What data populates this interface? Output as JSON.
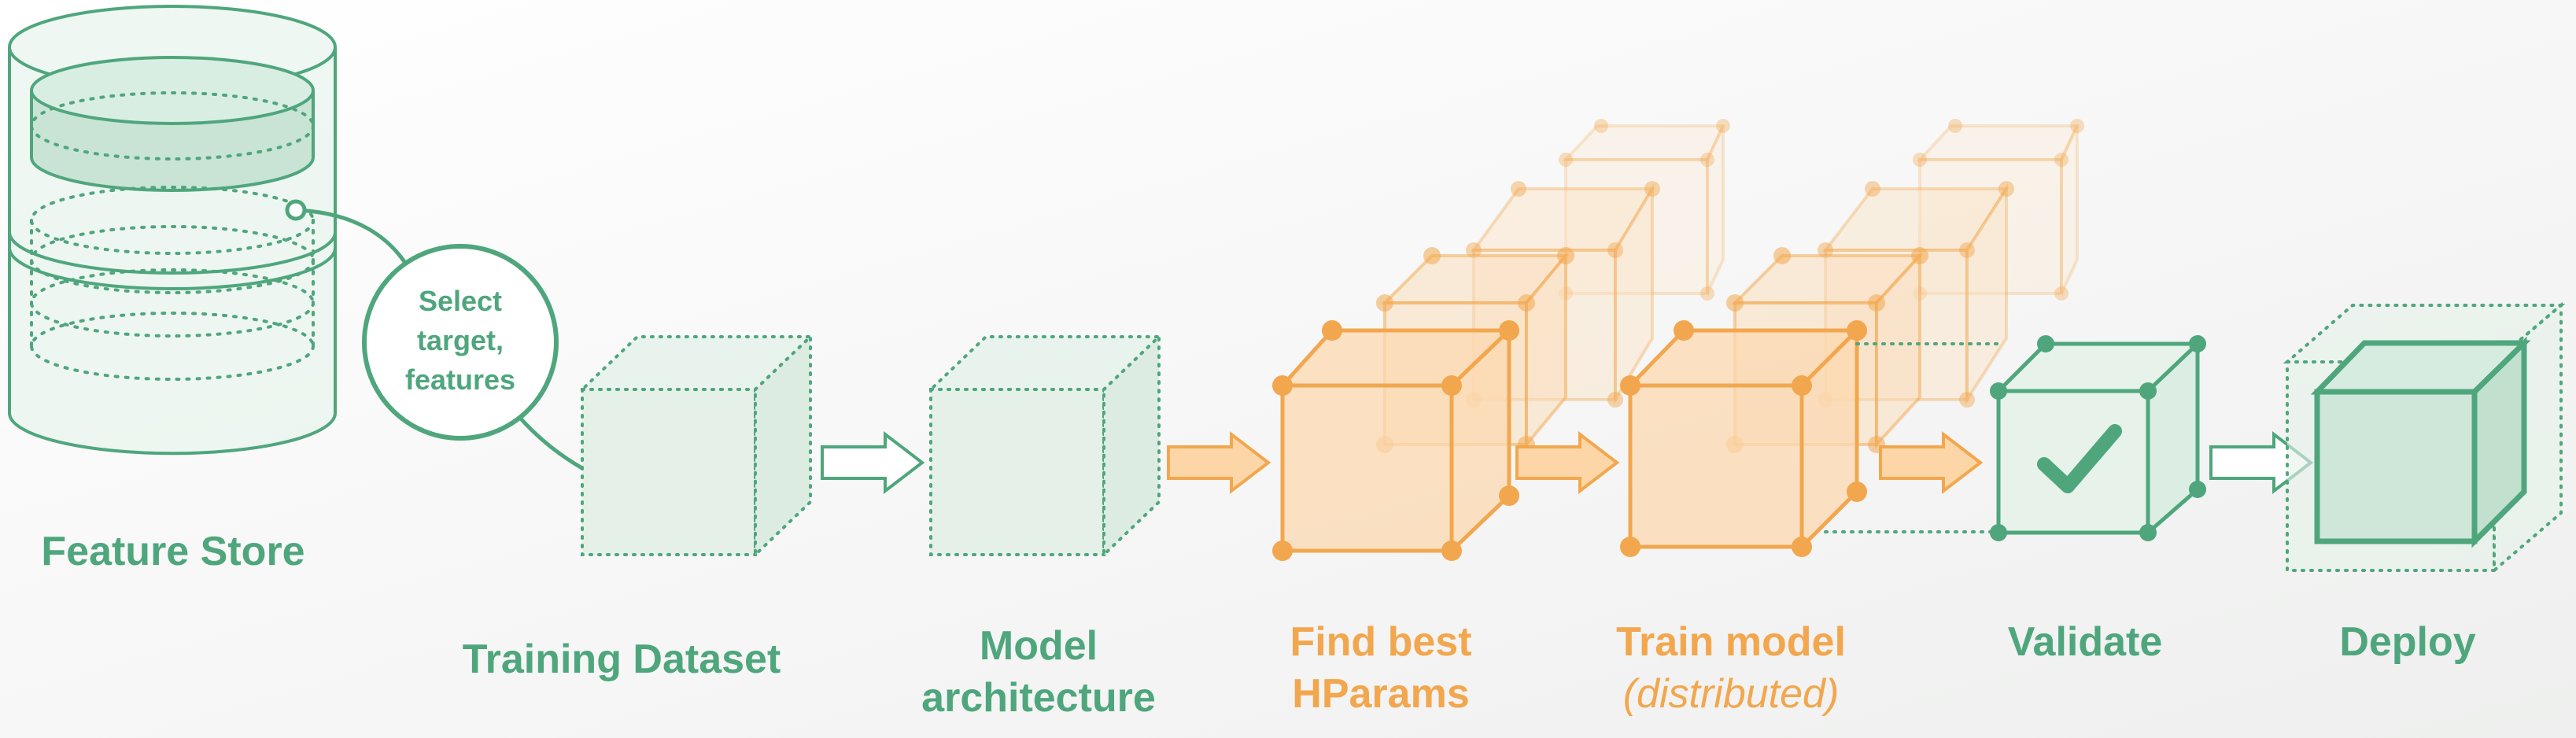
{
  "colors": {
    "green": "#4fa67d",
    "green_fill": "#d7ece0",
    "orange": "#f2a74e",
    "orange_fill": "#fde3c4",
    "background": "#f4f5f4"
  },
  "bubble": {
    "line1": "Select",
    "line2": "target,",
    "line3": "features"
  },
  "stages": [
    {
      "key": "feature_store",
      "line1": "Feature Store",
      "line2": ""
    },
    {
      "key": "training_dataset",
      "line1": "Training Dataset",
      "line2": ""
    },
    {
      "key": "model_architecture",
      "line1": "Model",
      "line2": "architecture"
    },
    {
      "key": "find_hparams",
      "line1": "Find best",
      "line2": "HParams"
    },
    {
      "key": "train_model",
      "line1": "Train model",
      "line2": "(distributed)"
    },
    {
      "key": "validate",
      "line1": "Validate",
      "line2": ""
    },
    {
      "key": "deploy",
      "line1": "Deploy",
      "line2": ""
    }
  ],
  "icons": {
    "database": "cylinder-database-icon",
    "dataset": "dotted-cube-icon",
    "model": "dotted-cube-icon",
    "hparams": "stacked-wireframe-cubes-icon",
    "train": "stacked-wireframe-cubes-icon",
    "validate": "checkmark-cube-icon",
    "deploy": "solid-cube-icon",
    "arrow": "right-arrow-icon"
  }
}
